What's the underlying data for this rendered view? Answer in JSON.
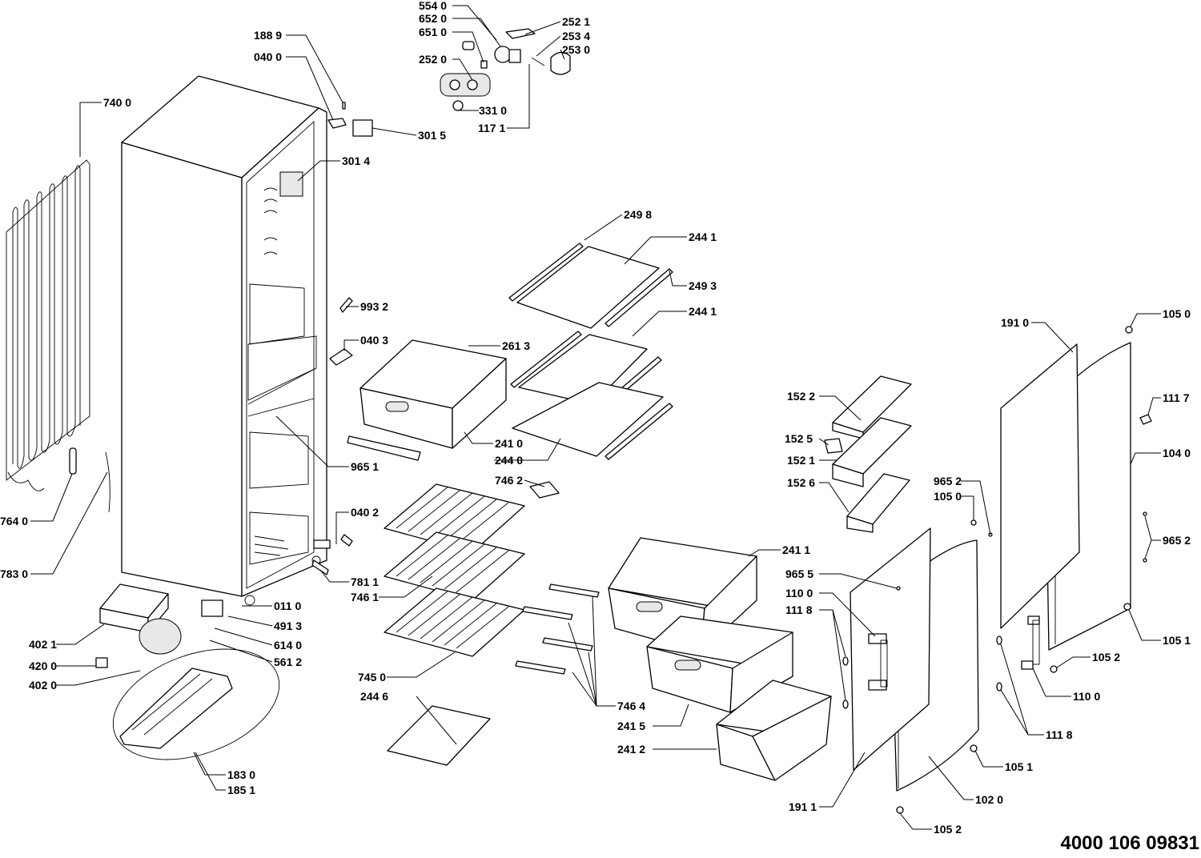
{
  "document_number": "4000 106 09831",
  "labels": [
    {
      "id": "l5540",
      "text": "554 0"
    },
    {
      "id": "l6520",
      "text": "652 0"
    },
    {
      "id": "l6510",
      "text": "651 0"
    },
    {
      "id": "l2520",
      "text": "252 0"
    },
    {
      "id": "l3310",
      "text": "331 0"
    },
    {
      "id": "l1171",
      "text": "117 1"
    },
    {
      "id": "l2521",
      "text": "252 1"
    },
    {
      "id": "l2534",
      "text": "253 4"
    },
    {
      "id": "l2530",
      "text": "253 0"
    },
    {
      "id": "l1889",
      "text": "188 9"
    },
    {
      "id": "l0400",
      "text": "040 0"
    },
    {
      "id": "l3015",
      "text": "301 5"
    },
    {
      "id": "l3014",
      "text": "301 4"
    },
    {
      "id": "l7400",
      "text": "740 0"
    },
    {
      "id": "l2498",
      "text": "249 8"
    },
    {
      "id": "l2441a",
      "text": "244 1"
    },
    {
      "id": "l2493",
      "text": "249 3"
    },
    {
      "id": "l2441b",
      "text": "244 1"
    },
    {
      "id": "l9932",
      "text": "993 2"
    },
    {
      "id": "l0403",
      "text": "040 3"
    },
    {
      "id": "l2613",
      "text": "261 3"
    },
    {
      "id": "l2410",
      "text": "241 0"
    },
    {
      "id": "l2440",
      "text": "244 0"
    },
    {
      "id": "l9651",
      "text": "965 1"
    },
    {
      "id": "l7462",
      "text": "746 2"
    },
    {
      "id": "l0402",
      "text": "040 2"
    },
    {
      "id": "l7811",
      "text": "781 1"
    },
    {
      "id": "l7461",
      "text": "746 1"
    },
    {
      "id": "l0110",
      "text": "011 0"
    },
    {
      "id": "l4913",
      "text": "491 3"
    },
    {
      "id": "l6140",
      "text": "614 0"
    },
    {
      "id": "l5612",
      "text": "561 2"
    },
    {
      "id": "l7640",
      "text": "764 0"
    },
    {
      "id": "l7830",
      "text": "783 0"
    },
    {
      "id": "l4021",
      "text": "402 1"
    },
    {
      "id": "l4200",
      "text": "420 0"
    },
    {
      "id": "l4020",
      "text": "402 0"
    },
    {
      "id": "l1830",
      "text": "183 0"
    },
    {
      "id": "l1851",
      "text": "185 1"
    },
    {
      "id": "l7450",
      "text": "745 0"
    },
    {
      "id": "l2446",
      "text": "244 6"
    },
    {
      "id": "l7464",
      "text": "746 4"
    },
    {
      "id": "l2411",
      "text": "241 1"
    },
    {
      "id": "l2415",
      "text": "241 5"
    },
    {
      "id": "l2412",
      "text": "241 2"
    },
    {
      "id": "l1522",
      "text": "152 2"
    },
    {
      "id": "l1525",
      "text": "152 5"
    },
    {
      "id": "l1521",
      "text": "152 1"
    },
    {
      "id": "l1526",
      "text": "152 6"
    },
    {
      "id": "l9652a",
      "text": "965 2"
    },
    {
      "id": "l1050a",
      "text": "105 0"
    },
    {
      "id": "l9655",
      "text": "965 5"
    },
    {
      "id": "l1100a",
      "text": "110 0"
    },
    {
      "id": "l1118a",
      "text": "111 8"
    },
    {
      "id": "l1911",
      "text": "191 1"
    },
    {
      "id": "l1020",
      "text": "102 0"
    },
    {
      "id": "l1052a",
      "text": "105 2"
    },
    {
      "id": "l1051a",
      "text": "105 1"
    },
    {
      "id": "l1910",
      "text": "191 0"
    },
    {
      "id": "l1050b",
      "text": "105 0"
    },
    {
      "id": "l1117",
      "text": "111 7"
    },
    {
      "id": "l1040",
      "text": "104 0"
    },
    {
      "id": "l9652b",
      "text": "965 2"
    },
    {
      "id": "l1051b",
      "text": "105 1"
    },
    {
      "id": "l1052b",
      "text": "105 2"
    },
    {
      "id": "l1100b",
      "text": "110 0"
    },
    {
      "id": "l1118b",
      "text": "111 8"
    }
  ]
}
